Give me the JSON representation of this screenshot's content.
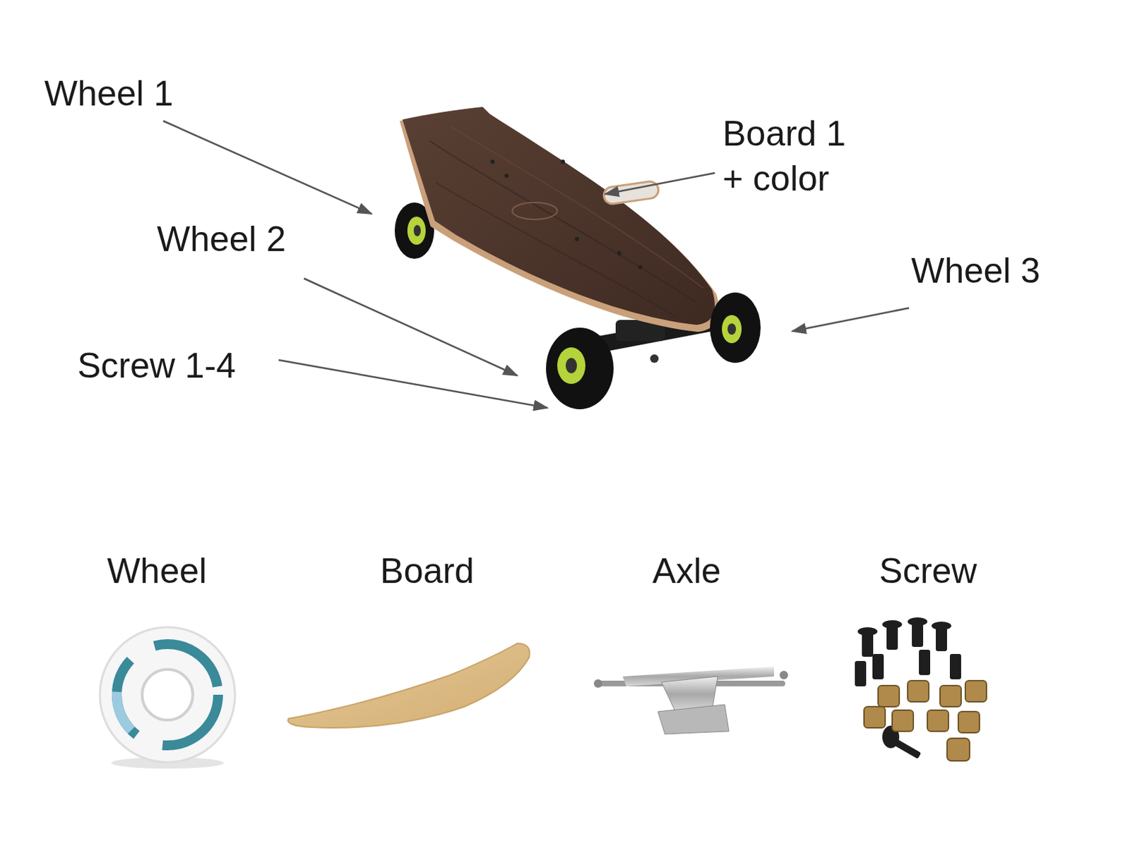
{
  "diagram": {
    "labels": [
      "Wheel 1",
      "Board 1 + color",
      "Wheel 2",
      "Wheel 3",
      "Screw 1-4",
      "Wheel",
      "Board",
      "Axle",
      "Screw"
    ]
  }
}
